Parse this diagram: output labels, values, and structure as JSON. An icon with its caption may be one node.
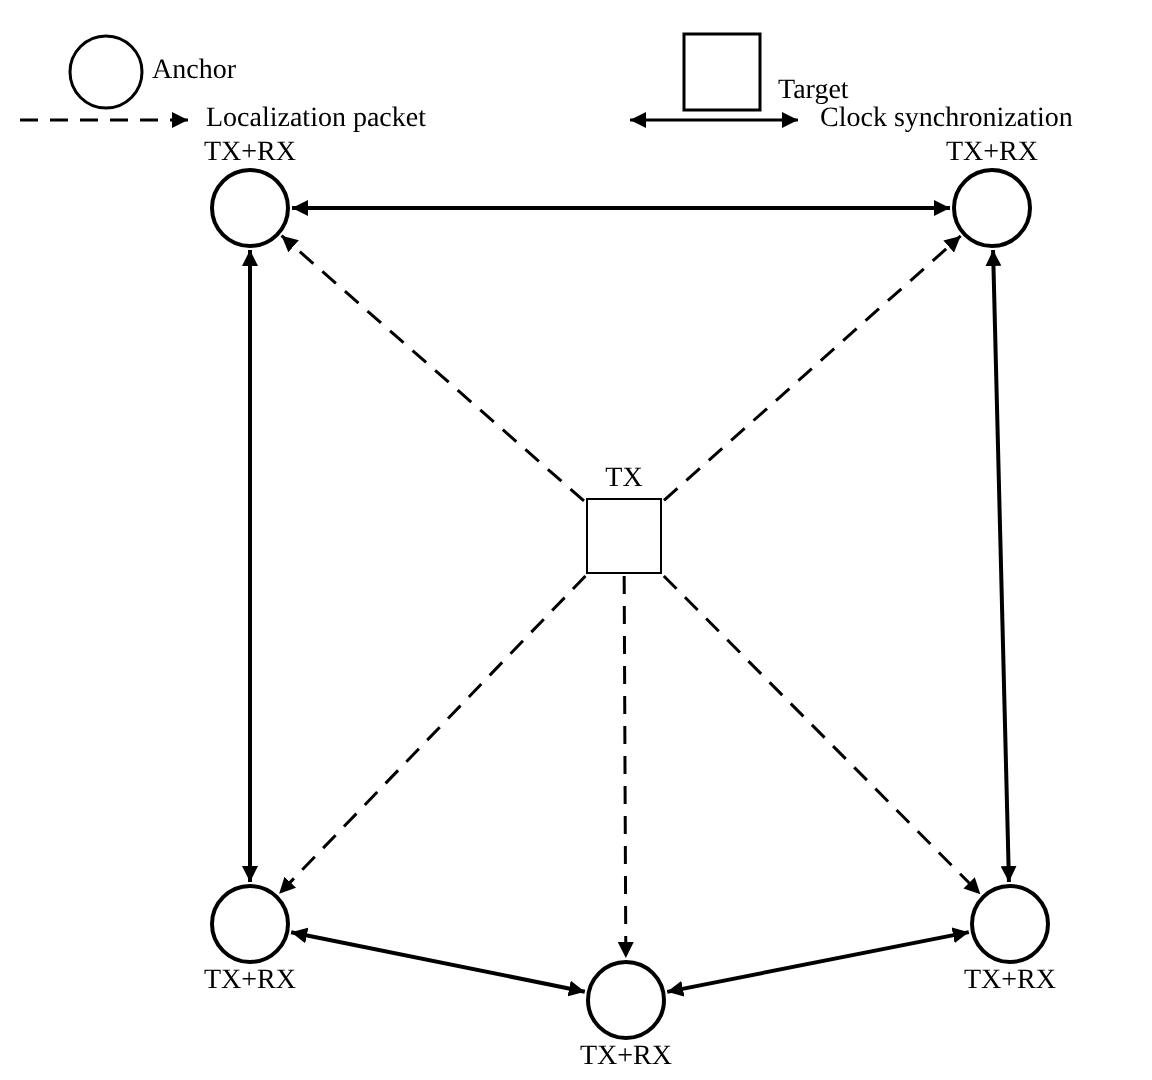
{
  "diagram": {
    "nodes": [
      {
        "text": [
          "TX+RX"
        ]
      },
      {
        "text": [
          "TX+RX"
        ]
      },
      {
        "text": [
          "TX"
        ]
      },
      {
        "text": [
          "TX+RX"
        ]
      },
      {
        "text": [
          "TX+RX"
        ]
      },
      {
        "text": [
          "TX+RX"
        ]
      }
    ],
    "edges": [
      {
        "from": 0,
        "to": 1,
        "arrow": "both"
      },
      {
        "from": 0,
        "to": 3,
        "arrow": "both"
      },
      {
        "from": 1,
        "to": 5,
        "arrow": "both"
      },
      {
        "from": 3,
        "to": 4,
        "arrow": "both"
      },
      {
        "from": 5,
        "to": 4,
        "arrow": "both"
      },
      {
        "from": 2,
        "to": 0,
        "arrow": "to",
        "style": "dashed"
      },
      {
        "from": 2,
        "to": 1,
        "arrow": "to",
        "style": "dashed"
      },
      {
        "from": 2,
        "to": 3,
        "arrow": "to",
        "style": "dashed"
      },
      {
        "from": 2,
        "to": 4,
        "arrow": "to",
        "style": "dashed"
      },
      {
        "from": 2,
        "to": 5,
        "arrow": "to",
        "style": "dashed"
      }
    ],
    "legend": [
      {
        "text": "Anchor"
      },
      {
        "text": "Target"
      },
      {
        "text": "Localization packet"
      },
      {
        "text": "Clock synchronization"
      }
    ]
  }
}
